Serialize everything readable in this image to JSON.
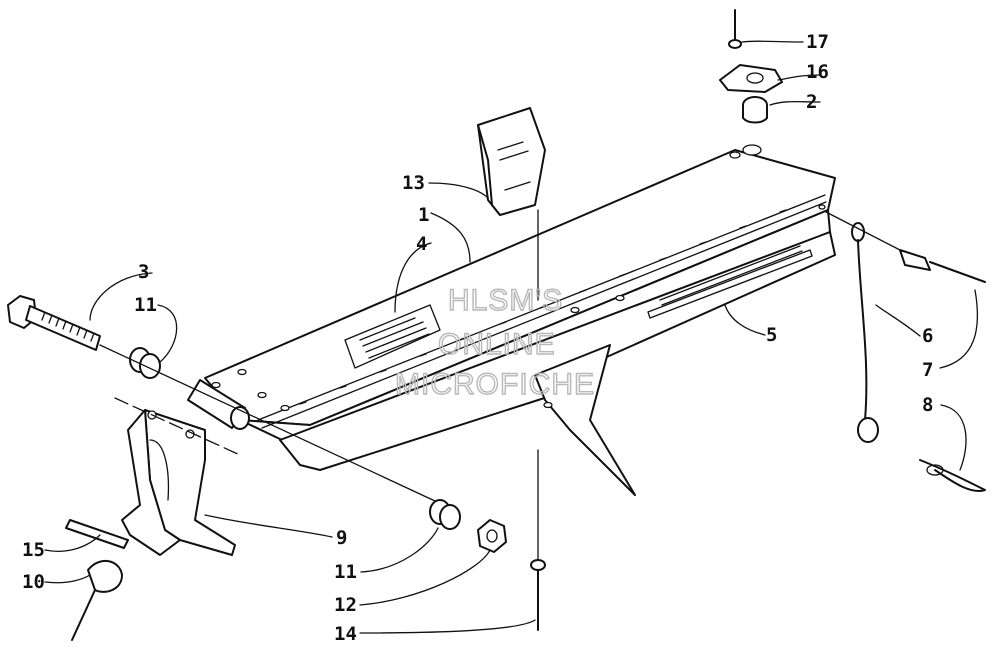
{
  "callouts": [
    {
      "id": "c1",
      "text": "1"
    },
    {
      "id": "c2",
      "text": "2"
    },
    {
      "id": "c3",
      "text": "3"
    },
    {
      "id": "c4",
      "text": "4"
    },
    {
      "id": "c5",
      "text": "5"
    },
    {
      "id": "c6",
      "text": "6"
    },
    {
      "id": "c7",
      "text": "7"
    },
    {
      "id": "c8",
      "text": "8"
    },
    {
      "id": "c9",
      "text": "9"
    },
    {
      "id": "c10",
      "text": "10"
    },
    {
      "id": "c11a",
      "text": "11"
    },
    {
      "id": "c11b",
      "text": "11"
    },
    {
      "id": "c12",
      "text": "12"
    },
    {
      "id": "c13",
      "text": "13"
    },
    {
      "id": "c14",
      "text": "14"
    },
    {
      "id": "c15",
      "text": "15"
    },
    {
      "id": "c16",
      "text": "16"
    },
    {
      "id": "c17",
      "text": "17"
    }
  ],
  "watermark": {
    "line1": "HLSM'S",
    "line2": "ONLINE",
    "line3": "MICROFICHE"
  }
}
